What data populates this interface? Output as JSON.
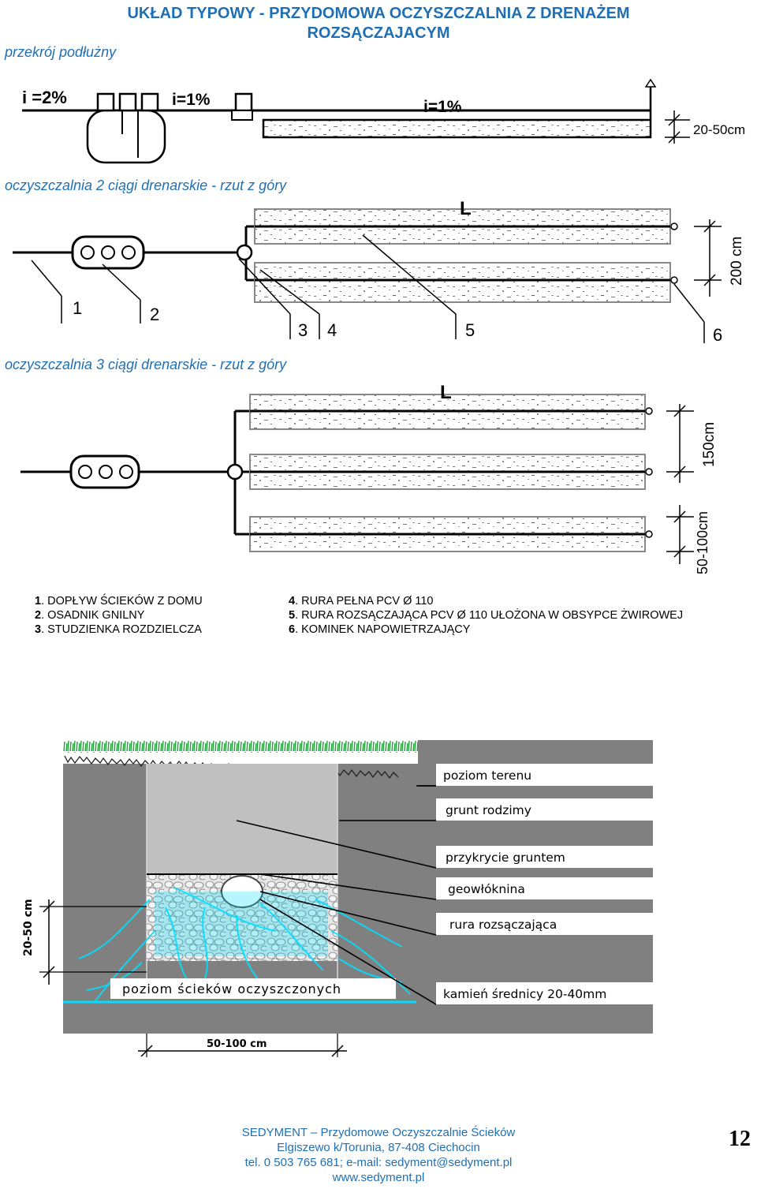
{
  "header": {
    "title_line1": "UKŁAD TYPOWY - PRZYDOMOWA OCZYSZCZALNIA Z DRENAŻEM",
    "title_line2": "ROZSĄCZAJACYM",
    "subtitle_longitudinal": "przekrój podłużny"
  },
  "section1": {
    "slope_1": "i =2%",
    "slope_2": "i=1%",
    "slope_3": "i=1%",
    "depth": "20-50cm"
  },
  "section2": {
    "caption": "oczyszczalnia 2 ciągi drenarskie - rzut z góry",
    "length_label": "L",
    "width_label": "200 cm",
    "markers": [
      "1",
      "2",
      "3",
      "4",
      "5",
      "6"
    ]
  },
  "section3": {
    "caption": "oczyszczalnia 3 ciągi drenarskie - rzut z góry",
    "length_label": "L",
    "width_label": "150cm",
    "edge_label": "50-100cm"
  },
  "legend": {
    "left": [
      {
        "num": "1",
        "text": ". DOPŁYW ŚCIEKÓW Z DOMU"
      },
      {
        "num": "2",
        "text": ". OSADNIK GNILNY"
      },
      {
        "num": "3",
        "text": ". STUDZIENKA ROZDZIELCZA"
      }
    ],
    "right": [
      {
        "num": "4",
        "text": ".  RURA PEŁNA PCV Ø 110"
      },
      {
        "num": "5",
        "text": ".  RURA ROZSĄCZAJĄCA PCV Ø 110 UŁOŻONA W OBSYPCE  ŻWIROWEJ"
      },
      {
        "num": "6",
        "text": ".  KOMINEK NAPOWIETRZAJĄCY"
      }
    ]
  },
  "cross_section": {
    "labels": [
      "poziom terenu",
      "grunt rodzimy",
      "przykrycie gruntem",
      "geowłóknina",
      "rura rozsączająca",
      "kamień średnicy 20-40mm"
    ],
    "water_level": "poziom ścieków oczyszczonych",
    "depth_label": "20-50 cm",
    "width_label": "50-100 cm"
  },
  "footer": {
    "line1": "SEDYMENT – Przydomowe Oczyszczalnie Ścieków",
    "line2": "Elgiszewo k/Torunia,  87-408 Ciechocin",
    "line3": "tel. 0 503 765 681; e-mail: sedyment@sedyment.pl",
    "line4": "www.sedyment.pl",
    "page_number": "12"
  },
  "colors": {
    "heading_blue": "#1f6fb4",
    "soil_grey": "#808080",
    "cover_grey": "#c0c0c0",
    "water_cyan": "#00e0ff",
    "grass_green": "#1f9e3a"
  }
}
